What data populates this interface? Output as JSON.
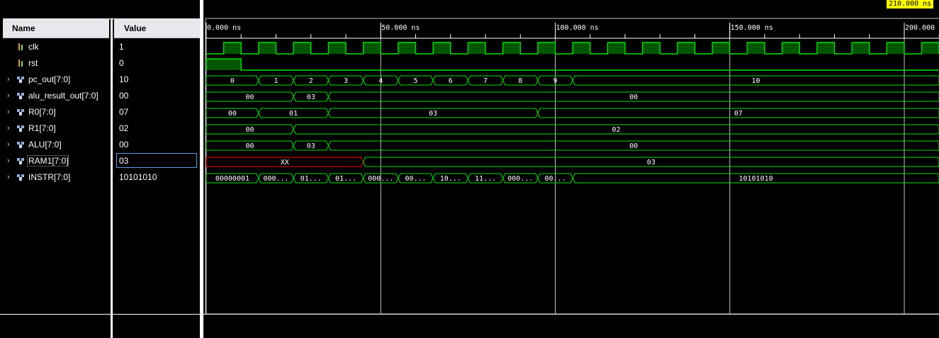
{
  "columns": {
    "name": "Name",
    "value": "Value"
  },
  "signals": [
    {
      "name": "clk",
      "value": "1",
      "kind": "bit"
    },
    {
      "name": "rst",
      "value": "0",
      "kind": "bit"
    },
    {
      "name": "pc_out[7:0]",
      "value": "10",
      "kind": "bus"
    },
    {
      "name": "alu_result_out[7:0]",
      "value": "00",
      "kind": "bus"
    },
    {
      "name": "R0[7:0]",
      "value": "07",
      "kind": "bus"
    },
    {
      "name": "R1[7:0]",
      "value": "02",
      "kind": "bus"
    },
    {
      "name": "ALU[7:0]",
      "value": "00",
      "kind": "bus"
    },
    {
      "name": "RAM1[7:0]",
      "value": "03",
      "kind": "bus"
    },
    {
      "name": "INSTR[7:0]",
      "value": "10101010",
      "kind": "bus"
    }
  ],
  "timeline": {
    "cursor_label": "210.000 ns",
    "ticks": [
      {
        "t": 0,
        "label": "0.000 ns"
      },
      {
        "t": 50,
        "label": "50.000 ns"
      },
      {
        "t": 100,
        "label": "100.000 ns"
      },
      {
        "t": 150,
        "label": "150.000 ns"
      },
      {
        "t": 200,
        "label": "200.000"
      }
    ]
  },
  "waveforms": {
    "clk": {
      "period_ns": 10,
      "high_first_ns": 5
    },
    "rst": {
      "high_until_ns": 10
    },
    "pc_out": [
      [
        0,
        "0"
      ],
      [
        15,
        "1"
      ],
      [
        25,
        "2"
      ],
      [
        35,
        "3"
      ],
      [
        45,
        "4"
      ],
      [
        55,
        "5"
      ],
      [
        65,
        "6"
      ],
      [
        75,
        "7"
      ],
      [
        85,
        "8"
      ],
      [
        95,
        "9"
      ],
      [
        105,
        "10"
      ]
    ],
    "alu_result_out": [
      [
        0,
        "00"
      ],
      [
        25,
        "03"
      ],
      [
        35,
        "00"
      ]
    ],
    "R0": [
      [
        0,
        "00"
      ],
      [
        15,
        "01"
      ],
      [
        35,
        "03"
      ],
      [
        95,
        "07"
      ]
    ],
    "R1": [
      [
        0,
        "00"
      ],
      [
        25,
        "02"
      ]
    ],
    "ALU": [
      [
        0,
        "00"
      ],
      [
        25,
        "03"
      ],
      [
        35,
        "00"
      ]
    ],
    "RAM1": [
      [
        0,
        "XX"
      ],
      [
        45,
        "03"
      ]
    ],
    "INSTR": [
      [
        0,
        "00000001"
      ],
      [
        15,
        "000..."
      ],
      [
        25,
        "01..."
      ],
      [
        35,
        "01..."
      ],
      [
        45,
        "000..."
      ],
      [
        55,
        "00..."
      ],
      [
        65,
        "10..."
      ],
      [
        75,
        "11..."
      ],
      [
        85,
        "000..."
      ],
      [
        95,
        "00..."
      ],
      [
        105,
        "10101010"
      ]
    ]
  },
  "colors": {
    "wave": "#00e000",
    "clk_fill": "#005500",
    "x_state": "#ff0000",
    "grid": "#c0c0c0"
  }
}
